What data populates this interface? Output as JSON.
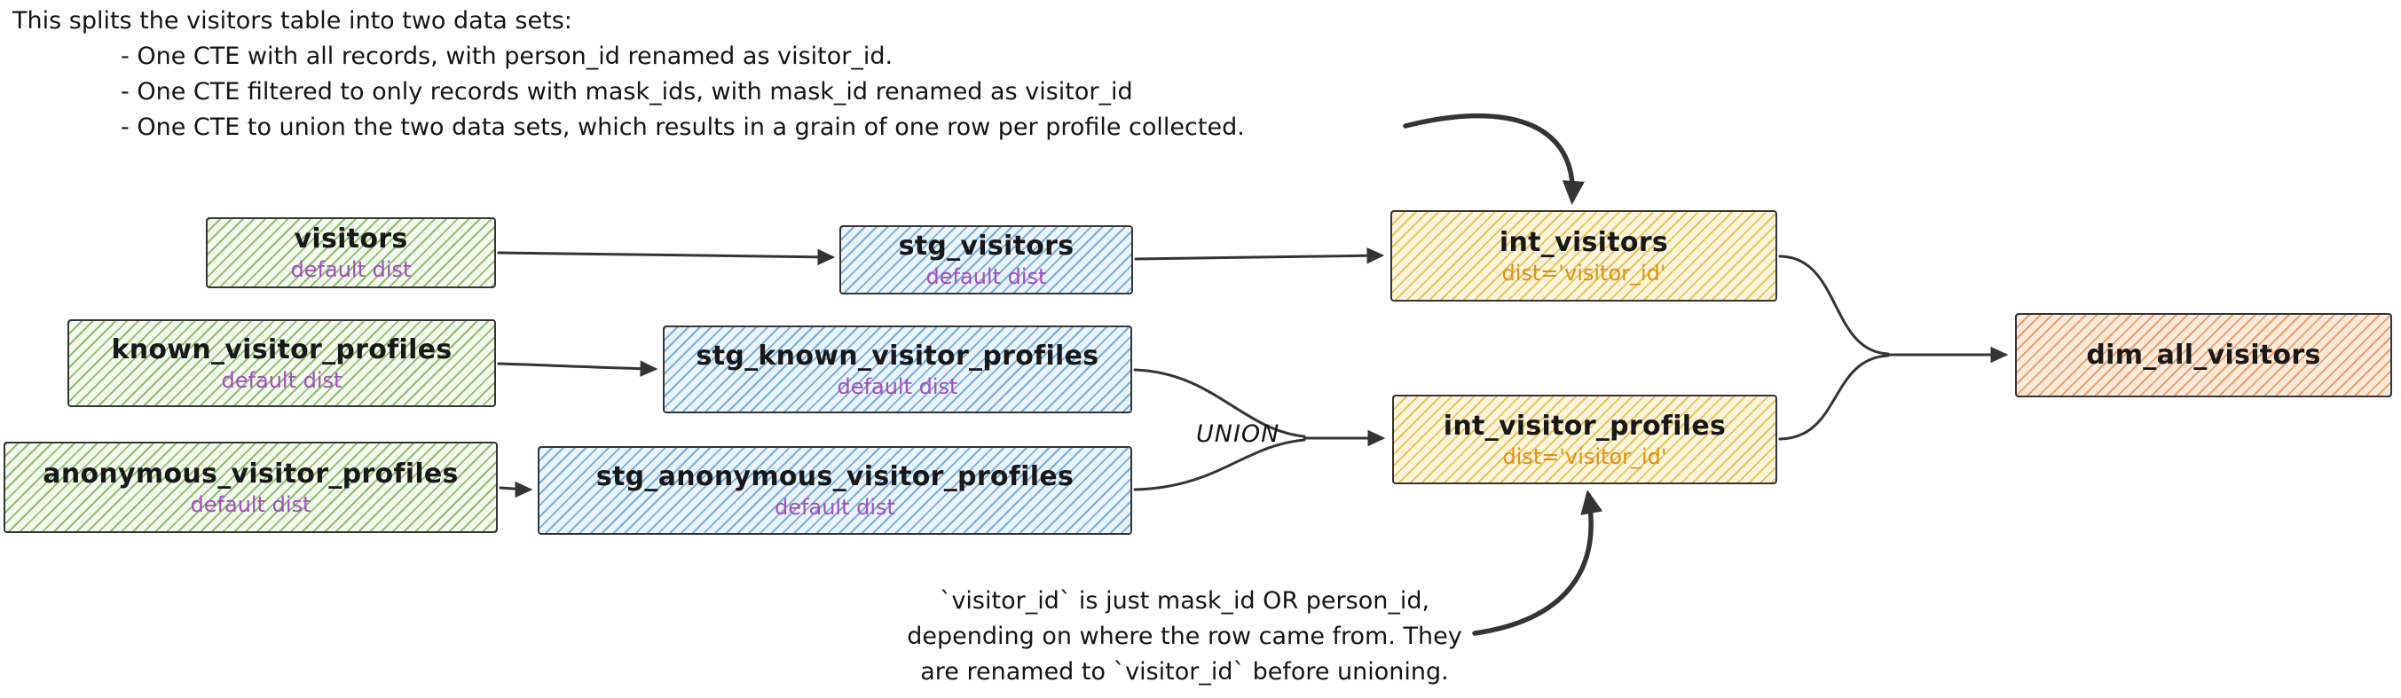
{
  "annotations": {
    "top_note": {
      "title": "This splits the visitors table into two data sets:",
      "bullets": [
        "- One CTE with all records, with person_id renamed as visitor_id.",
        "- One CTE filtered to only records with mask_ids, with mask_id renamed as visitor_id",
        "- One CTE to union the two data sets, which results in a grain of one row per profile collected."
      ]
    },
    "union_label": "UNION",
    "bottom_note": {
      "lines": [
        "`visitor_id` is just mask_id OR person_id,",
        "depending on where the row came from. They",
        "are renamed to `visitor_id` before unioning."
      ]
    }
  },
  "nodes": {
    "visitors": {
      "title": "visitors",
      "subtitle": "default dist"
    },
    "known_visitor_profiles": {
      "title": "known_visitor_profiles",
      "subtitle": "default dist"
    },
    "anonymous_visitor_profiles": {
      "title": "anonymous_visitor_profiles",
      "subtitle": "default dist"
    },
    "stg_visitors": {
      "title": "stg_visitors",
      "subtitle": "default dist"
    },
    "stg_known_visitor_profiles": {
      "title": "stg_known_visitor_profiles",
      "subtitle": "default dist"
    },
    "stg_anonymous_visitor_profiles": {
      "title": "stg_anonymous_visitor_profiles",
      "subtitle": "default dist"
    },
    "int_visitors": {
      "title": "int_visitors",
      "subtitle": "dist='visitor_id'"
    },
    "int_visitor_profiles": {
      "title": "int_visitor_profiles",
      "subtitle": "dist='visitor_id'"
    },
    "dim_all_visitors": {
      "title": "dim_all_visitors"
    }
  },
  "colors": {
    "stroke": "#343434",
    "source_fill": "#f4faee",
    "source_hatch": "#8fbf70",
    "staging_fill": "#eaf4fc",
    "staging_hatch": "#79aede",
    "intermediate_fill": "#fdf5dc",
    "intermediate_hatch": "#ebc35e",
    "mart_fill": "#fbe9da",
    "mart_hatch": "#eba06e",
    "subtitle_default_dist": "#a34fc0",
    "subtitle_dist_key": "#e09112"
  }
}
